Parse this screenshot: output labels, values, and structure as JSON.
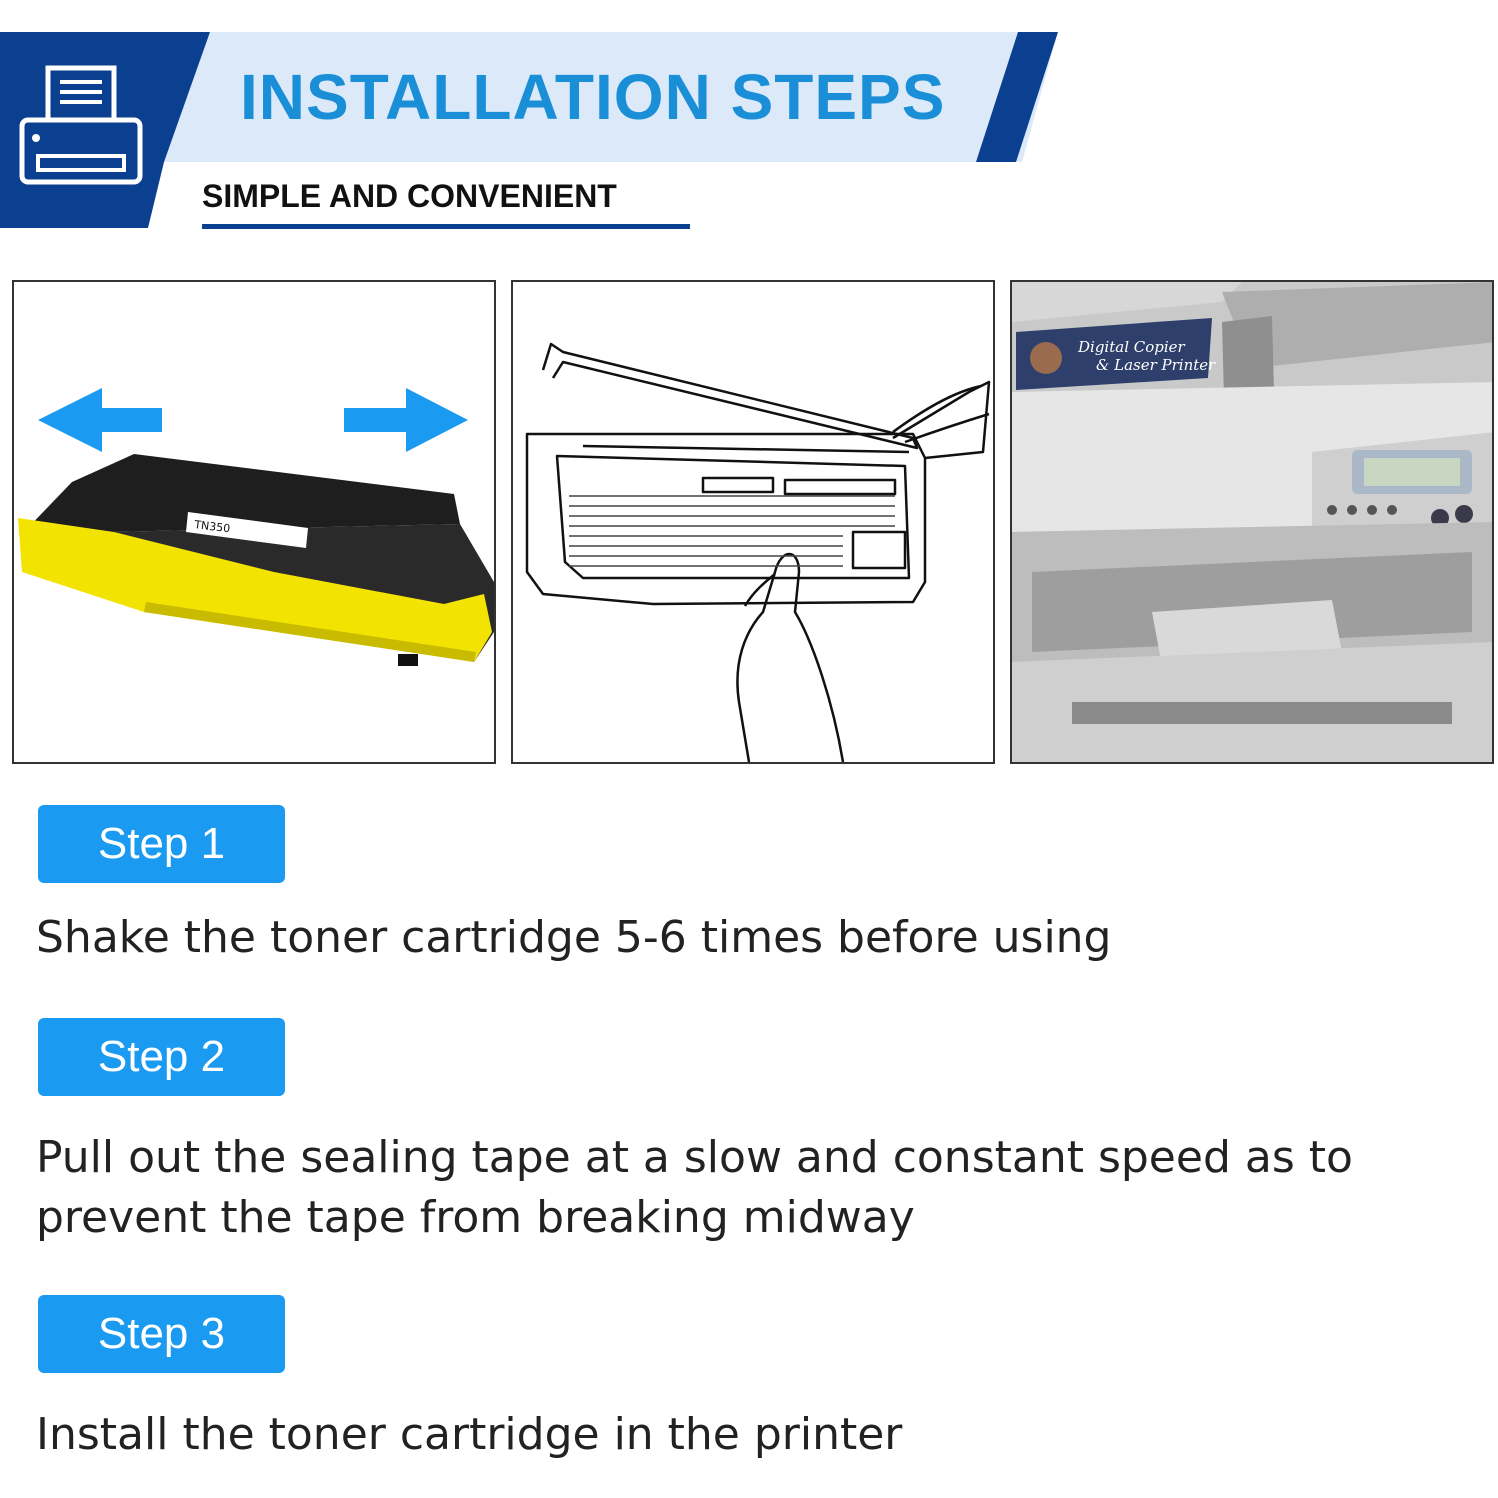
{
  "banner": {
    "title": "INSTALLATION STEPS",
    "subtitle": "SIMPLE AND CONVENIENT",
    "icon": "printer-icon",
    "colors": {
      "navy": "#0b3f8f",
      "light": "#dbe9f8",
      "accent": "#1a8fd8"
    }
  },
  "panels": {
    "panel1": {
      "label": "TN350"
    },
    "panel3": {
      "label_line1": "Digital Copier",
      "label_line2": "& Laser Printer"
    }
  },
  "steps": [
    {
      "label": "Step 1",
      "text": "Shake the toner cartridge 5-6 times before using"
    },
    {
      "label": "Step 2",
      "text": "Pull out the sealing tape at a slow and constant speed as to prevent the tape from breaking midway"
    },
    {
      "label": "Step 3",
      "text": "Install the toner cartridge in the printer"
    }
  ],
  "colors": {
    "step_badge": "#1a9af0",
    "arrow": "#1a9af0",
    "cartridge_yellow": "#f2e300"
  }
}
